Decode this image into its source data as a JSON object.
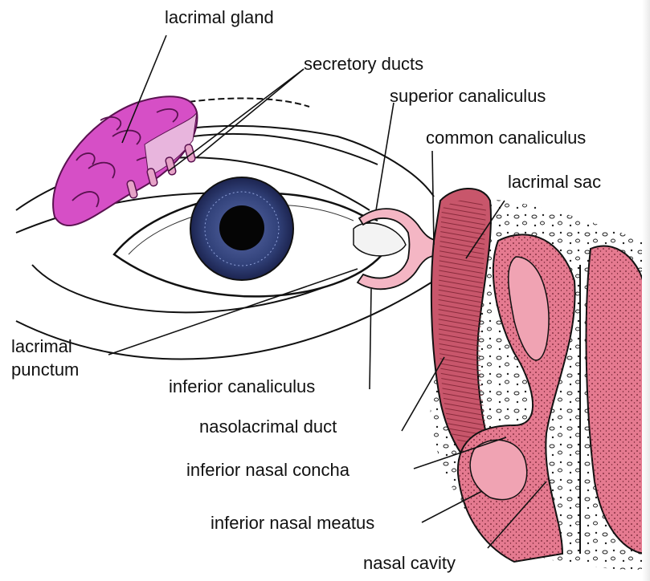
{
  "diagram": {
    "labels": {
      "lacrimal_gland": "lacrimal gland",
      "secretory_ducts": "secretory ducts",
      "superior_canaliculus": "superior canaliculus",
      "common_canaliculus": "common canaliculus",
      "lacrimal_sac": "lacrimal sac",
      "lacrimal_punctum_line1": "lacrimal",
      "lacrimal_punctum_line2": "punctum",
      "inferior_canaliculus": "inferior canaliculus",
      "nasolacrimal_duct": "nasolacrimal duct",
      "inferior_nasal_concha": "inferior nasal concha",
      "inferior_nasal_meatus": "inferior nasal meatus",
      "nasal_cavity": "nasal cavity"
    },
    "colors": {
      "gland": "#d64fc6",
      "gland_dark": "#7a1f6e",
      "duct_pink": "#f4b6c4",
      "sac_red": "#c8566b",
      "mucosa": "#e57a90",
      "iris": "#3a4a82",
      "ink": "#111111"
    }
  }
}
